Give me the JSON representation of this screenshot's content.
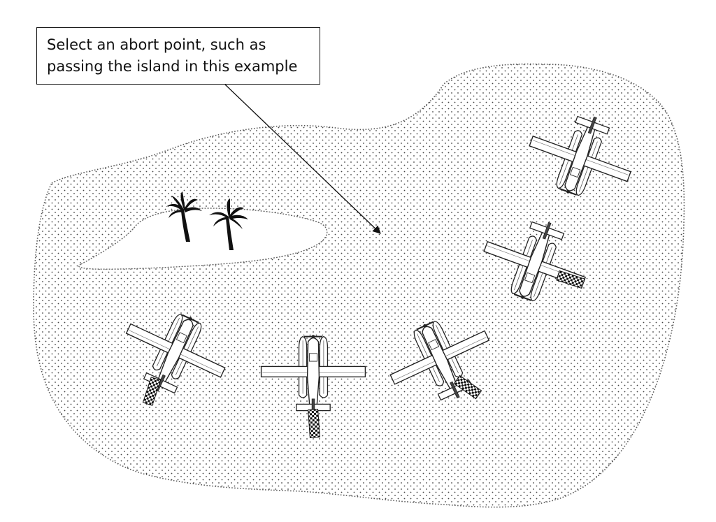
{
  "callout": {
    "line1": "Select an abort point, such as",
    "line2": "passing the island in this example"
  },
  "icons": {
    "palm_tree": "palm-tree-icon",
    "seaplane": "seaplane-icon",
    "arrow": "arrow-icon"
  },
  "colors": {
    "ink": "#111111",
    "water_dot": "#444444",
    "background": "#ffffff",
    "plane_fill": "#ffffff"
  },
  "seaplanes": [
    {
      "heading": 200,
      "abort_marker": false
    },
    {
      "heading": 200,
      "abort_marker": true
    },
    {
      "heading": 25,
      "abort_marker": true
    },
    {
      "heading": 0,
      "abort_marker": true
    },
    {
      "heading": -25,
      "abort_marker": true
    }
  ]
}
